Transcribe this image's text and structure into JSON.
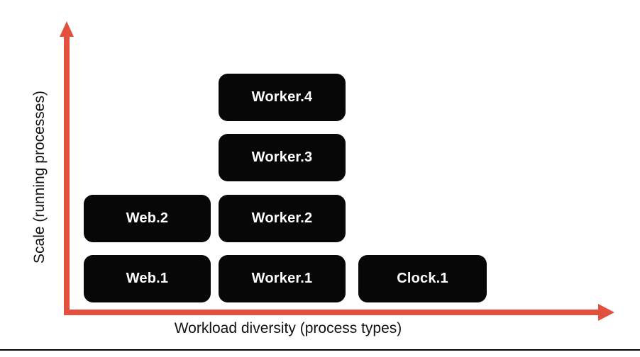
{
  "diagram": {
    "y_axis_label": "Scale (running processes)",
    "x_axis_label": "Workload diversity (process types)",
    "boxes": [
      {
        "label": "Worker.4",
        "column": 2,
        "row": 4
      },
      {
        "label": "Worker.3",
        "column": 2,
        "row": 3
      },
      {
        "label": "Web.2",
        "column": 1,
        "row": 2
      },
      {
        "label": "Worker.2",
        "column": 2,
        "row": 2
      },
      {
        "label": "Web.1",
        "column": 1,
        "row": 1
      },
      {
        "label": "Worker.1",
        "column": 2,
        "row": 1
      },
      {
        "label": "Clock.1",
        "column": 3,
        "row": 1
      }
    ],
    "colors": {
      "arrow": "#E3503E",
      "box_background": "#070707",
      "box_text": "#FFFFFF",
      "axis_label_text": "#111111",
      "bottom_rule": "#000000"
    }
  }
}
